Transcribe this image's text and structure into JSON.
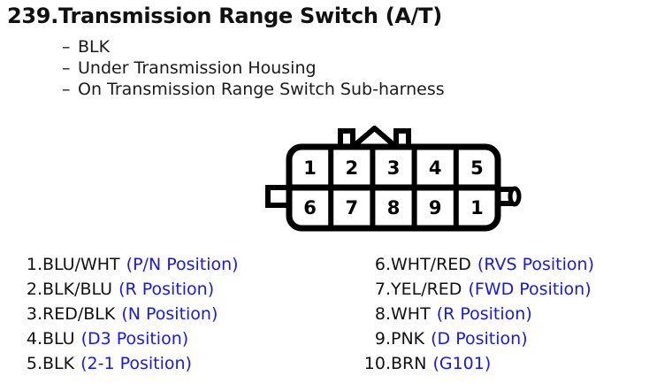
{
  "title": "239.Transmission Range Switch (A/T)",
  "notes": {
    "dash": "–",
    "items": [
      "BLK",
      "Under Transmission Housing",
      "On Transmission Range Switch Sub-harness"
    ]
  },
  "connector": {
    "top_row": [
      "1",
      "2",
      "3",
      "4",
      "5"
    ],
    "bottom_row": [
      "6",
      "7",
      "8",
      "9",
      "1"
    ]
  },
  "legend": {
    "left": [
      {
        "index": "1.",
        "wire": "BLU/WHT",
        "note": "(P/N Position)"
      },
      {
        "index": "2.",
        "wire": "BLK/BLU",
        "note": "(R Position)"
      },
      {
        "index": "3.",
        "wire": "RED/BLK",
        "note": "(N Position)"
      },
      {
        "index": "4.",
        "wire": "BLU",
        "note": "(D3 Position)"
      },
      {
        "index": "5.",
        "wire": "BLK",
        "note": "(2-1 Position)"
      }
    ],
    "right": [
      {
        "index": "6.",
        "wire": "WHT/RED",
        "note": "(RVS Position)"
      },
      {
        "index": "7.",
        "wire": "YEL/RED",
        "note": "(FWD Position)"
      },
      {
        "index": "8.",
        "wire": "WHT",
        "note": "(R Position)"
      },
      {
        "index": "9.",
        "wire": "PNK",
        "note": "(D Position)"
      },
      {
        "index": "10.",
        "wire": "BRN",
        "note": "(G101)"
      }
    ]
  },
  "colors": {
    "text": "#111111",
    "note_blue": "#1818ee",
    "outline": "#000000"
  }
}
